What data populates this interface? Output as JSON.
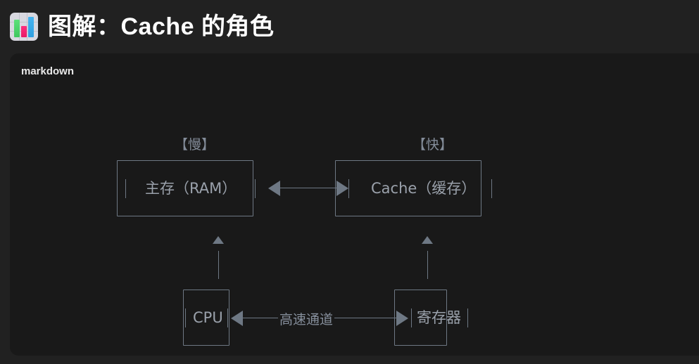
{
  "header": {
    "icon": "bar-chart-emoji",
    "title": "图解：Cache 的角色"
  },
  "code_block": {
    "language_label": "markdown"
  },
  "diagram": {
    "type": "ascii-art-block-diagram",
    "tags": {
      "left": "【慢】",
      "right": "【快】"
    },
    "nodes": [
      {
        "id": "ram",
        "label": "主存（RAM）",
        "row": "top",
        "column": "left"
      },
      {
        "id": "cache",
        "label": "Cache（缓存）",
        "row": "top",
        "column": "right"
      },
      {
        "id": "cpu",
        "label": "CPU",
        "row": "bottom",
        "column": "left"
      },
      {
        "id": "register",
        "label": "寄存器",
        "row": "bottom",
        "column": "right"
      }
    ],
    "edges": [
      {
        "from": "ram",
        "to": "cache",
        "style": "bidirectional",
        "label": ""
      },
      {
        "from": "cpu",
        "to": "register",
        "style": "bidirectional",
        "label": "高速通道"
      },
      {
        "from": "cpu",
        "to": "ram",
        "style": "arrow-up",
        "label": ""
      },
      {
        "from": "register",
        "to": "cache",
        "style": "arrow-up",
        "label": ""
      }
    ]
  },
  "colors": {
    "page_background": "#212121",
    "panel_background": "#191919",
    "title_text": "#ffffff",
    "diagram_line": "#6e7884",
    "diagram_text": "#9aa1ab",
    "tag_text": "#838c99"
  }
}
